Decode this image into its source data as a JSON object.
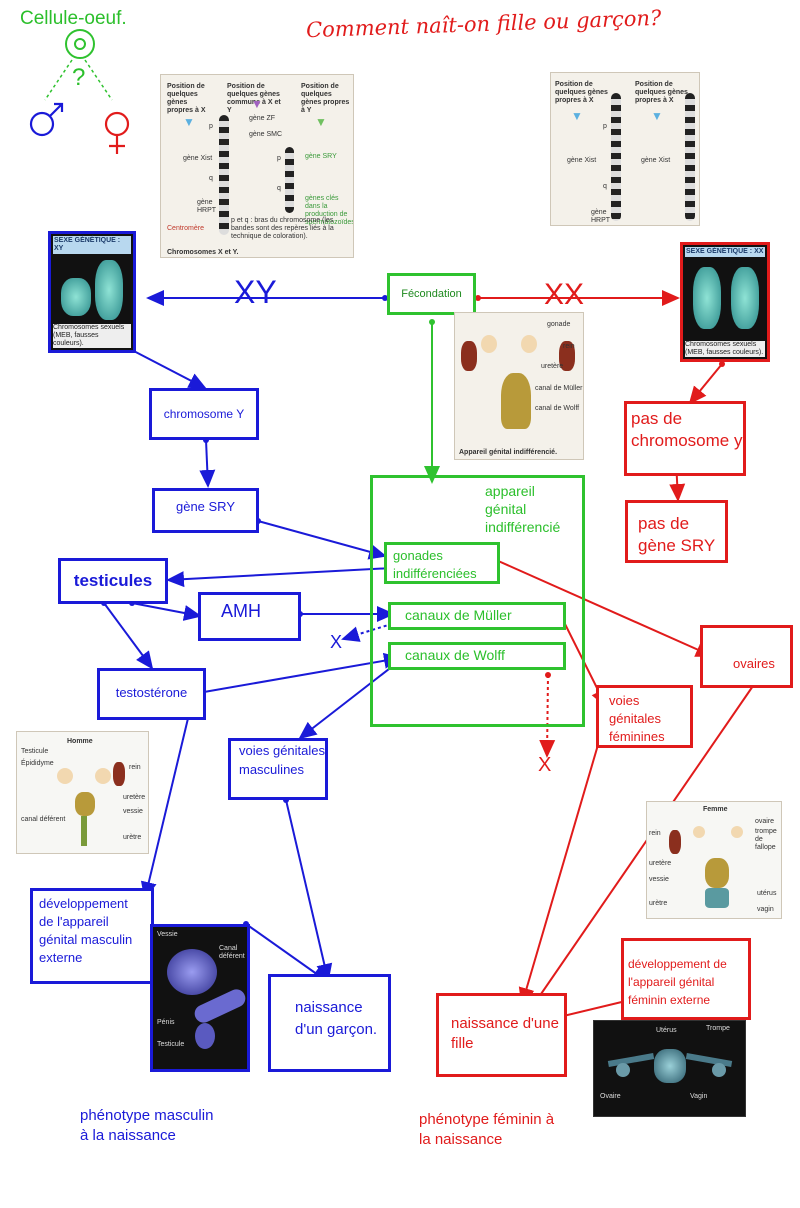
{
  "header": {
    "cellule": "Cellule-oeuf.",
    "question": "Comment naît-on fille ou garçon?"
  },
  "top_left_symbols": {
    "question_mark": "?"
  },
  "chromo_figure_left": {
    "head_x": "Position de quelques gènes propres à X",
    "head_xy": "Position de quelques gènes communs à X et Y",
    "head_y": "Position de quelques gènes propres à Y",
    "gene_zf": "gène ZF",
    "gene_smc": "gène SMC",
    "gene_xist": "gène Xist",
    "gene_hrpt": "gène HRPT",
    "gene_sry": "gène SRY",
    "genes_sperm": "gènes clés dans la production de spermatozoïdes",
    "pq_note": "p et q : bras du chromosome (les bandes sont des repères liés à la technique de coloration).",
    "centromere": "Centromère",
    "caption": "Chromosomes X et Y.",
    "p": "p",
    "q": "q"
  },
  "chromo_figure_right": {
    "head_x": "Position de quelques gènes propres à X",
    "head_x2": "Position de quelques gènes propres à X",
    "gene_xist": "gène Xist",
    "gene_xist2": "gène Xist",
    "gene_hrpt": "gène HRPT",
    "p": "p",
    "q": "q"
  },
  "karyo_xy": {
    "tag": "SEXE GÉNÉTIQUE : XY",
    "caption": "Chromosomes sexuels (MEB, fausses couleurs)."
  },
  "karyo_xx": {
    "tag": "SEXE GÉNÉTIQUE : XX",
    "caption": "Chromosomes sexuels (MEB, fausses couleurs)."
  },
  "xy_label": "XY",
  "xx_label": "XX",
  "fecondation": "Fécondation",
  "indiff_figure": {
    "gonade": "gonade",
    "rein": "rein",
    "uretere": "uretère",
    "muller": "canal de Müller",
    "wolff": "canal de Wolff",
    "caption": "Appareil génital indifférencié."
  },
  "boxes": {
    "chromosome_y": "chromosome Y",
    "gene_sry": "gène SRY",
    "testicules": "testicules",
    "amh": "AMH",
    "testosterone": "testostérone",
    "voies_masc": "voies génitales masculines",
    "dev_masc": "développement de l'appareil génital masculin externe",
    "naissance_garcon": "naissance d'un garçon.",
    "pas_chromo": "pas de chromosome y",
    "pas_sry": "pas de gène SRY",
    "appareil": "appareil génital indifférencié",
    "gonades": "gonades indifférenciées",
    "muller": "canaux de Müller",
    "wolff": "canaux de Wolff",
    "ovaires": "ovaires",
    "voies_fem": "voies génitales féminines",
    "dev_fem": "développement de l'appareil génital féminin externe",
    "naissance_fille": "naissance d'une fille"
  },
  "x_marks": {
    "blue": "X",
    "red": "X"
  },
  "homme_figure": {
    "title": "Homme",
    "testicule": "Testicule",
    "epididyme": "Épididyme",
    "rein": "rein",
    "uretere": "uretère",
    "vessie": "vessie",
    "canal": "canal déférent",
    "uretre": "urètre"
  },
  "femme_figure": {
    "title": "Femme",
    "ovaire": "ovaire",
    "trompe": "trompe de fallope",
    "rein": "rein",
    "uretere": "uretère",
    "vessie": "vessie",
    "uterus": "utérus",
    "uretre": "urètre",
    "vagin": "vagin"
  },
  "male_photo": {
    "vessie": "Vessie",
    "canal": "Canal déférent",
    "penis": "Pénis",
    "testicule": "Testicule"
  },
  "female_photo": {
    "uterus": "Utérus",
    "trompe": "Trompe",
    "ovaire": "Ovaire",
    "vagin": "Vagin"
  },
  "phenotype_m": "phénotype masculin à la naissance",
  "phenotype_f": "phénotype féminin à la naissance",
  "colors": {
    "blue": "#1a1ad8",
    "red": "#e11b1b",
    "green": "#2fc22f"
  }
}
